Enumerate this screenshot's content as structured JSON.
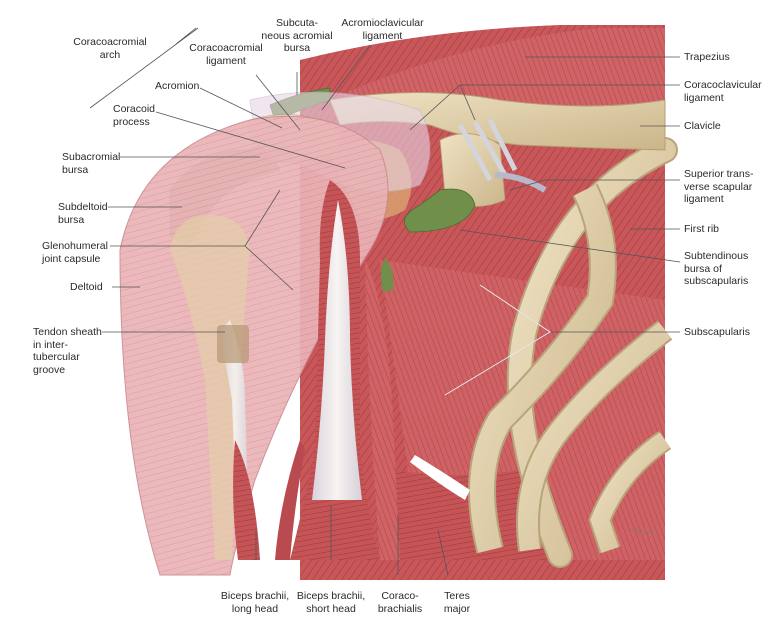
{
  "labels": {
    "coracoacromial_arch": "Coracoacromial\narch",
    "subcutaneous_acromial_bursa": "Subcuta-\nneous acromial\nbursa",
    "acromioclavicular_ligament": "Acromioclavicular\nligament",
    "coracoacromial_ligament": "Coracoacromial\nligament",
    "acromion": "Acromion",
    "coracoid_process": "Coracoid\nprocess",
    "subacromial_bursa": "Subacromial\nbursa",
    "subdeltoid_bursa": "Subdeltoid\nbursa",
    "glenohumeral_joint_capsule": "Glenohumeral\njoint capsule",
    "deltoid": "Deltoid",
    "tendon_sheath": "Tendon sheath\nin inter-\ntubercular\ngroove",
    "trapezius": "Trapezius",
    "coracoclavicular_ligament": "Coracoclavicular\nligament",
    "clavicle": "Clavicle",
    "superior_transverse_scapular_ligament": "Superior trans-\nverse scapular\nligament",
    "first_rib": "First rib",
    "subtendinous_bursa": "Subtendinous\nbursa of\nsubscapularis",
    "subscapularis": "Subscapularis",
    "biceps_long_head": "Biceps brachii,\nlong head",
    "biceps_short_head": "Biceps brachii,\nshort head",
    "coracobrachialis": "Coraco-\nbrachialis",
    "teres_major": "Teres\nmajor"
  },
  "colors": {
    "muscle": "#c9585a",
    "muscle_dark": "#a63c40",
    "deltoid": "#eab0b4",
    "bone": "#e3d2ac",
    "bone_shade": "#b9a37a",
    "bursa": "#6f8f4a",
    "tendon": "#f1ede8",
    "capsule": "#d8c4d4"
  }
}
